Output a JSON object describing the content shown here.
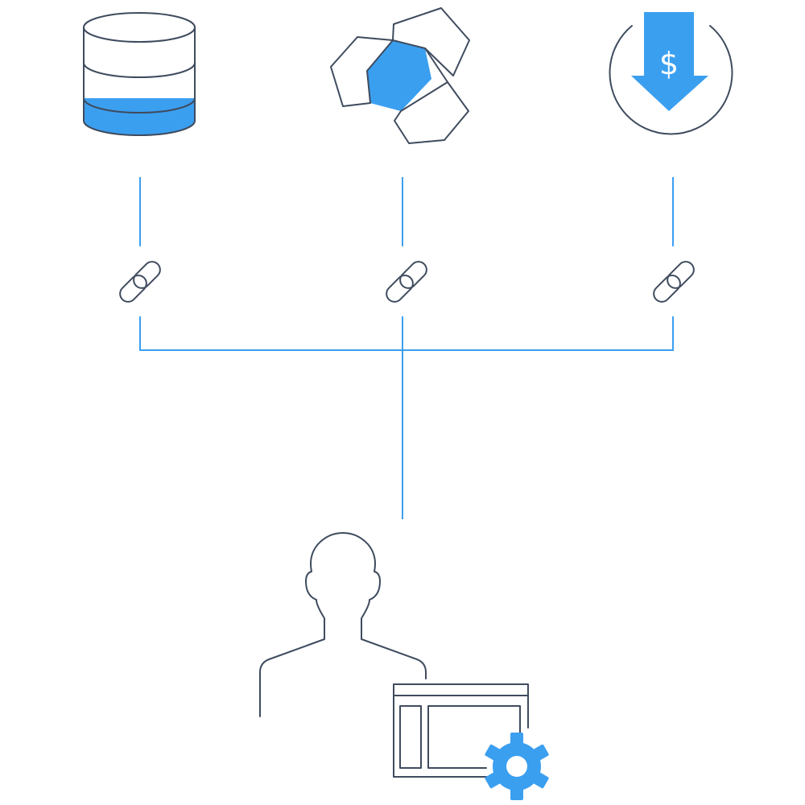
{
  "colors": {
    "accent": "#3b9ff0",
    "outline": "#3f4b5e",
    "background": "#ffffff"
  },
  "nodes": [
    {
      "id": "database",
      "icon": "database-icon"
    },
    {
      "id": "blocks",
      "icon": "blocks-icon"
    },
    {
      "id": "cost",
      "icon": "dollar-down-arrow-icon",
      "symbol": "$"
    }
  ],
  "links": [
    {
      "icon": "chain-link-icon"
    },
    {
      "icon": "chain-link-icon"
    },
    {
      "icon": "chain-link-icon"
    }
  ],
  "target": {
    "icon": "user-icon",
    "tool_icon": "app-window-settings-icon"
  }
}
